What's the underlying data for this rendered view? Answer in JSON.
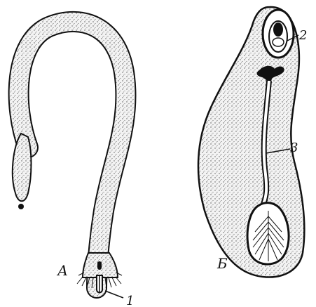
{
  "figure": {
    "panels": [
      {
        "id": "A",
        "label": "А"
      },
      {
        "id": "B",
        "label": "Б"
      }
    ],
    "callouts": [
      "1",
      "2",
      "3"
    ]
  }
}
